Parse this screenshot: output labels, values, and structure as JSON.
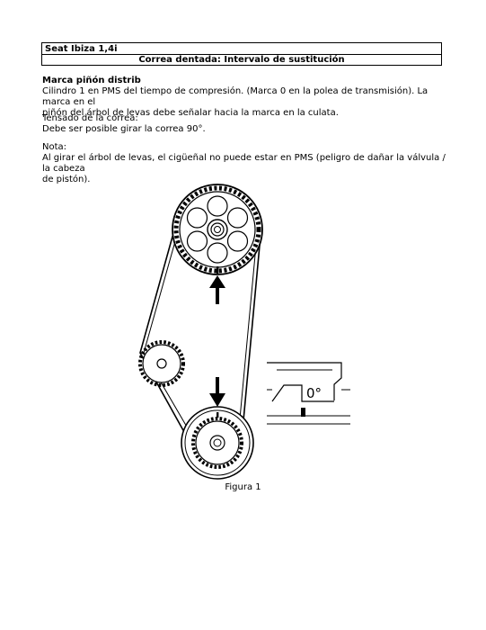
{
  "header": {
    "model": "Seat Ibiza 1,4i",
    "title": "Correa dentada: Intervalo de sustitución"
  },
  "sections": {
    "marca": {
      "heading": "Marca piñón distrib",
      "line1": "Cilindro 1 en PMS del tiempo de compresión. (Marca 0 en la polea de transmisión). La marca en el",
      "line2": "piñón del árbol de levas debe señalar hacia la marca en la culata."
    },
    "tensado": {
      "heading": "Tensado de la correa:",
      "line1": "Debe ser posible girar la correa 90°."
    },
    "nota": {
      "heading": "Nota:",
      "line1": "Al girar el árbol de levas, el cigüeñal no puede estar en PMS (peligro de dañar la válvula / la cabeza",
      "line2": "de pistón)."
    }
  },
  "figure": {
    "zero_mark": "0°",
    "caption": "Figura 1"
  }
}
